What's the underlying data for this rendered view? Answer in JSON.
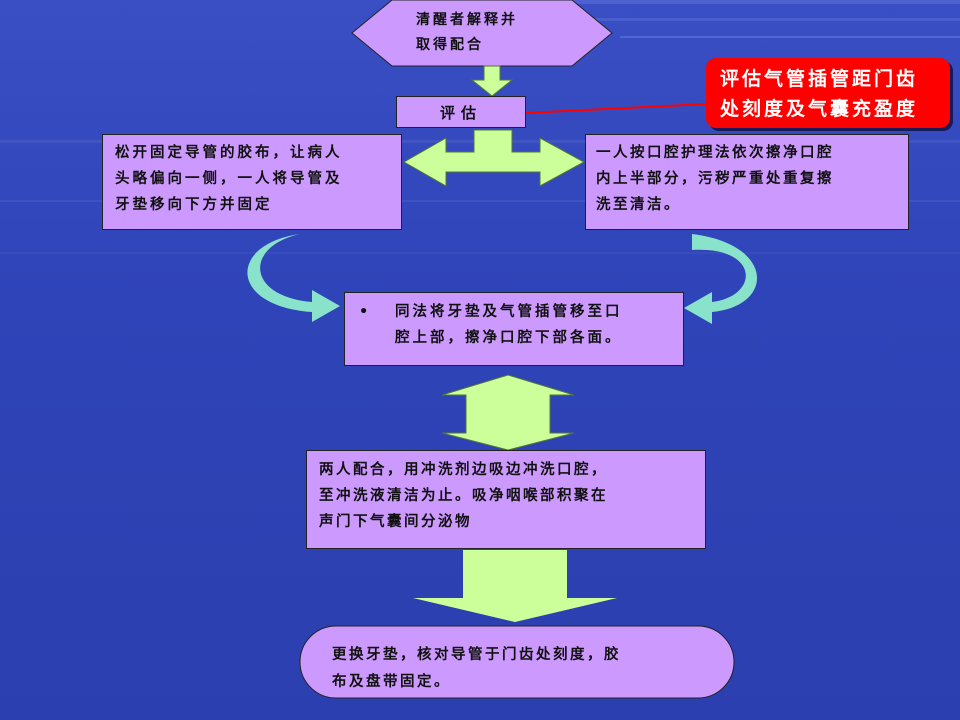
{
  "nodes": {
    "start": "清醒者解释并取得配合",
    "start_line1": "清醒者解释并",
    "start_line2": "取得配合",
    "assess": "评估",
    "callout_line1": "评估气管插管距门齿",
    "callout_line2": "处刻度及气囊充盈度",
    "left_line1": "松开固定导管的胶布，让病人",
    "left_line2": "头略偏向一侧，一人将导管及",
    "left_line3": "牙垫移向下方并固定",
    "right_line1": "一人按口腔护理法依次擦净口腔",
    "right_line2": "内上半部分，污秽严重处重复擦",
    "right_line3": "洗至清洁。",
    "middle_bullet": "•",
    "middle_line1": "同法将牙垫及气管插管移至口",
    "middle_line2": "腔上部，擦净口腔下部各面。",
    "rinse_line1": "两人配合，用冲洗剂边吸边冲洗口腔，",
    "rinse_line2": "至冲洗液清洁为止。吸净咽喉部积聚在",
    "rinse_line3": "声门下气囊间分泌物",
    "end_line1": "更换牙垫，核对导管于门齿处刻度，胶",
    "end_line2": "布及盘带固定。"
  },
  "colors": {
    "node_fill": "#cc99ff",
    "callout_fill": "#ff0000",
    "arrow_green": "#ccff99",
    "curve_teal": "#99ffcc",
    "background": "#3344bb"
  }
}
